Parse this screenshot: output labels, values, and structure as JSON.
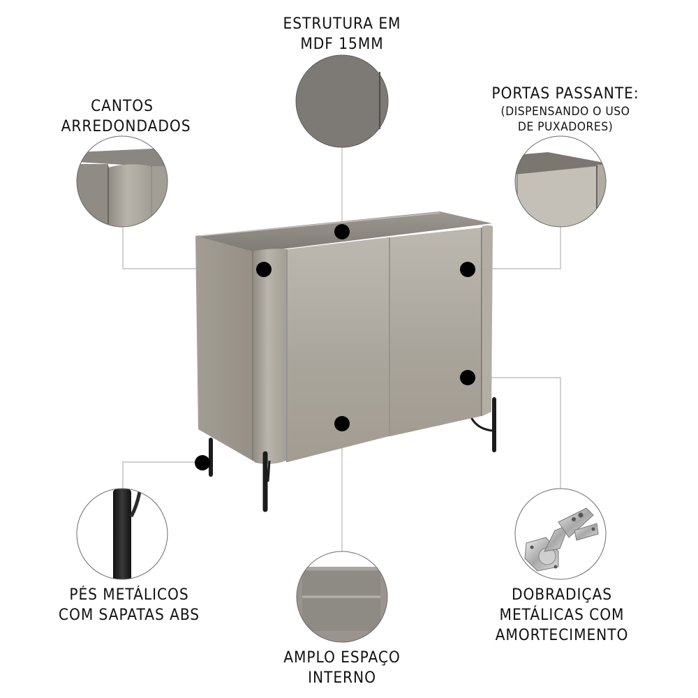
{
  "callouts": {
    "top": {
      "line1": "ESTRUTURA EM",
      "line2": "MDF 15MM",
      "detail_icon": "mdf-panel-detail"
    },
    "top_left": {
      "line1": "CANTOS",
      "line2": "ARREDONDADOS",
      "detail_icon": "rounded-corner-detail"
    },
    "top_right": {
      "line1": "PORTAS PASSANTE:",
      "line2": "(DISPENSANDO O USO",
      "line3": "DE PUXADORES)",
      "detail_icon": "door-edge-detail"
    },
    "bottom_left": {
      "line1": "PÉS METÁLICOS",
      "line2": "COM SAPATAS ABS",
      "detail_icon": "metal-leg-detail"
    },
    "bottom_center": {
      "line1": "AMPLO ESPAÇO",
      "line2": "INTERNO",
      "detail_icon": "interior-shelf-detail"
    },
    "bottom_right": {
      "line1": "DOBRADIÇAS",
      "line2": "METÁLICAS COM",
      "line3": "AMORTECIMENTO",
      "detail_icon": "hinge-detail"
    }
  },
  "product": {
    "name": "cabinet-2-doors",
    "icon": "cabinet-icon"
  },
  "colors": {
    "cabinet_front": "#b0aaa0",
    "cabinet_side": "#9d988f",
    "cabinet_top": "#8e8a84",
    "mdf_circle": "#7d7a76",
    "leg": "#1c1c1c",
    "marker": "#000000",
    "leader_line": "#b5b5b5",
    "text": "#111111"
  }
}
